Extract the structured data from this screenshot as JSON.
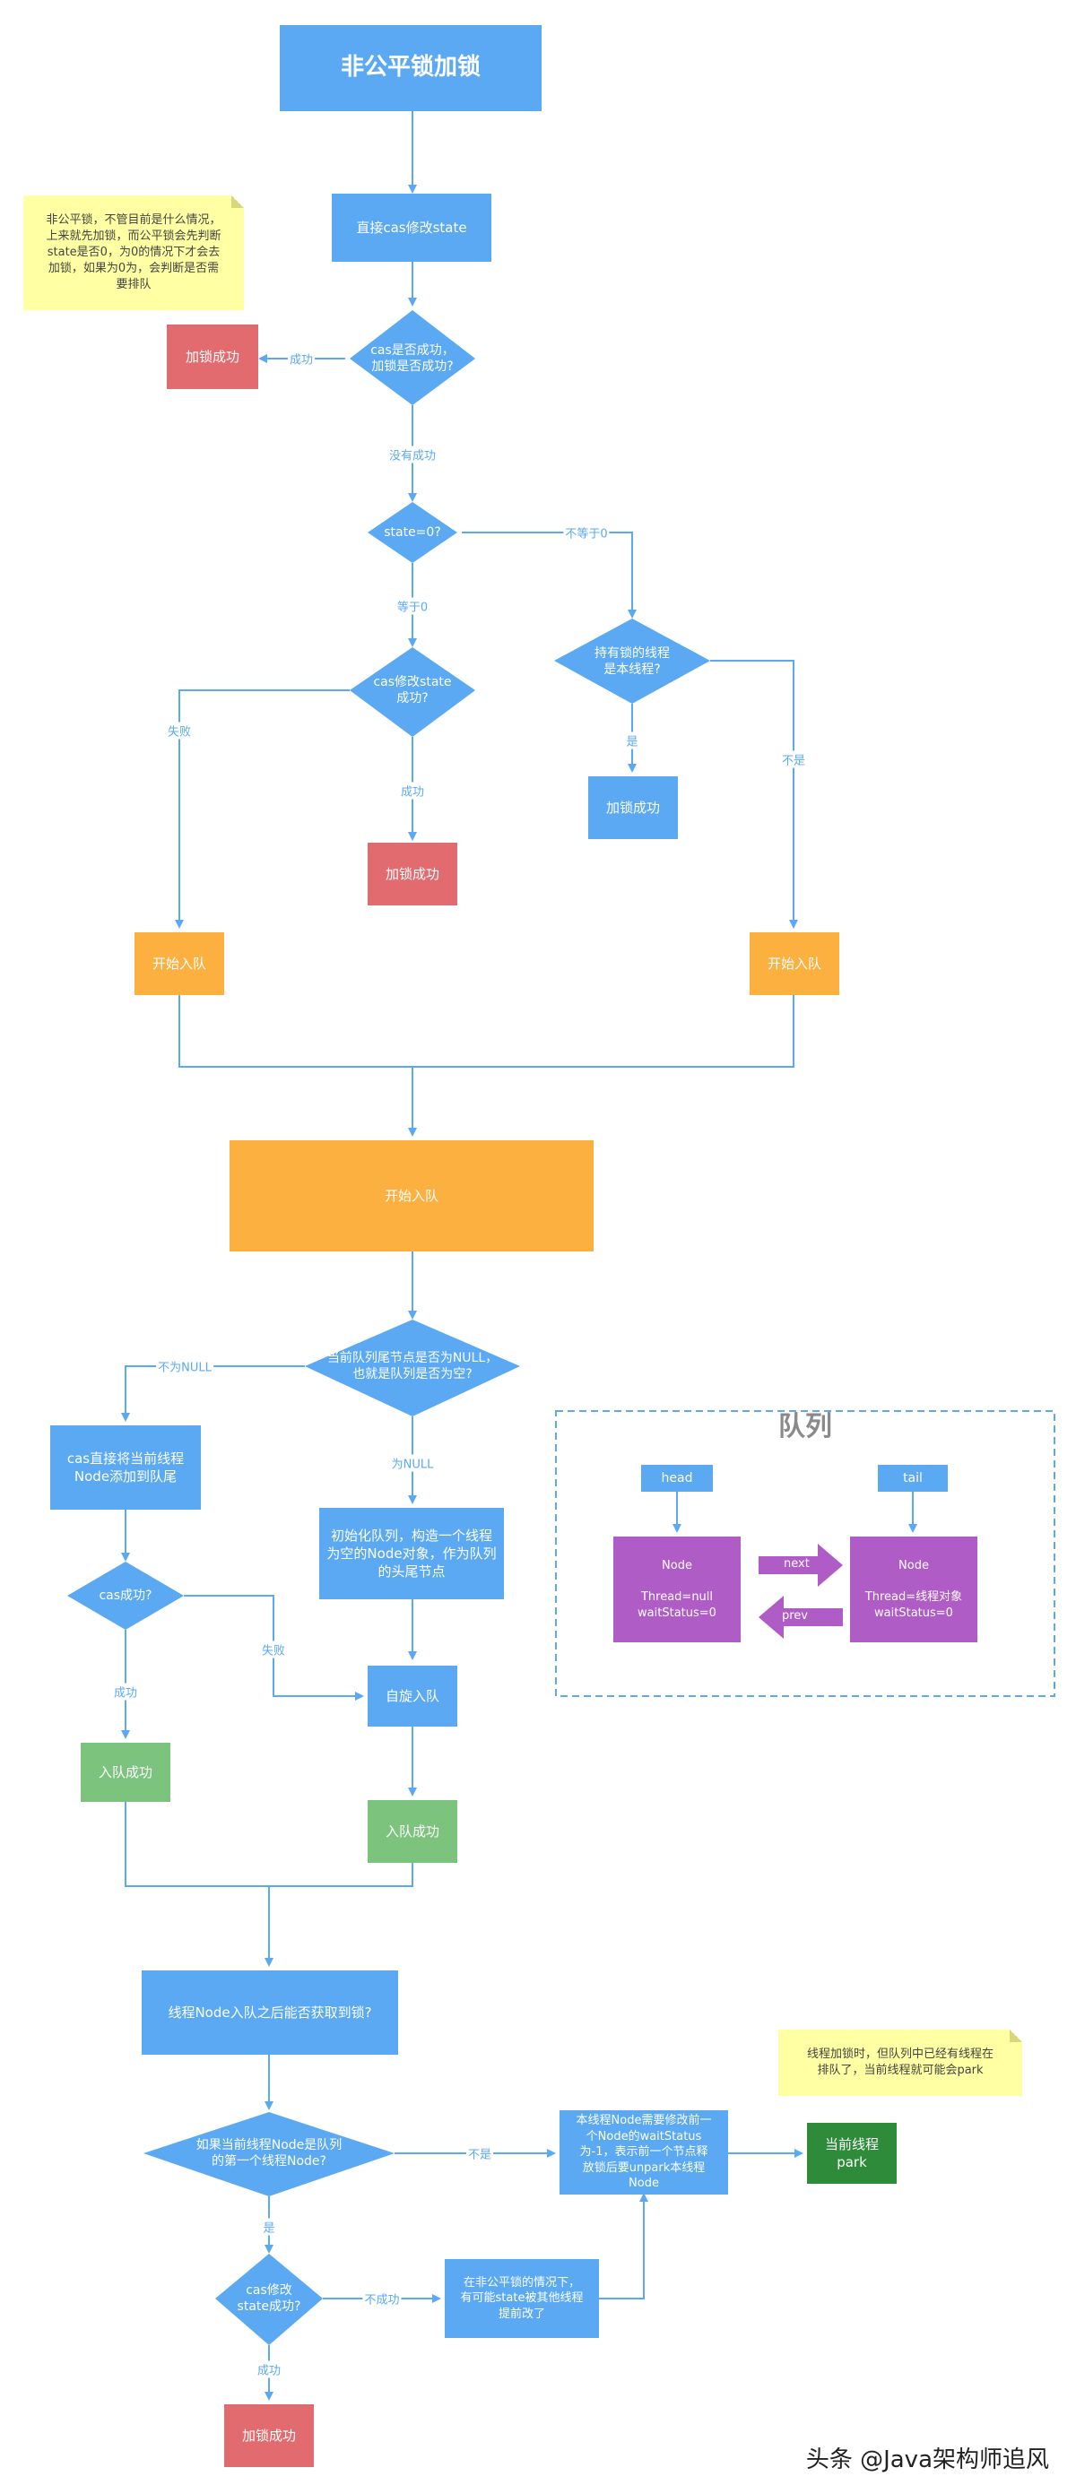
{
  "title": "非公平锁加锁",
  "note_top": "非公平锁，不管目前是什么情况，\n上来就先加锁，而公平锁会先判断\nstate是否0，为0的情况下才会去\n加锁，如果为0为，会判断是否需\n要排队",
  "note_right": "线程加锁时，但队列中已经有线程在\n排队了，当前线程就可能会park",
  "nodes": {
    "cas_state": "直接cas修改state",
    "cas_ok_q": "cas是否成功，\n加锁是否成功?",
    "lock_ok_1": "加锁成功",
    "state_eq0": "state=0?",
    "cas_state_ok_q": "cas修改state\n成功?",
    "holder_q": "持有锁的线程\n是本线程?",
    "lock_ok_2": "加锁成功",
    "lock_ok_3": "加锁成功",
    "enq_left": "开始入队",
    "enq_right": "开始入队",
    "enq_big": "开始入队",
    "tail_null_q": "当前队列尾节点是否为NULL，\n也就是队列是否为空?",
    "cas_add_tail": "cas直接将当前线程\nNode添加到队尾",
    "init_queue": "初始化队列，构造一个线程\n为空的Node对象，作为队列\n的头尾节点",
    "cas_ok_q2": "cas成功?",
    "spin_enq": "自旋入队",
    "enq_ok_1": "入队成功",
    "enq_ok_2": "入队成功",
    "get_lock_q": "线程Node入队之后能否获取到锁?",
    "first_node_q": "如果当前线程Node是队列\n的第一个线程Node?",
    "modify_ws": "本线程Node需要修改前一\n个Node的waitStatus\n为-1，表示前一个节点释\n放锁后要unpark本线程\nNode",
    "park": "当前线程\npark",
    "cas_state_ok_q2": "cas修改\nstate成功?",
    "state_changed": "在非公平锁的情况下，\n有可能state被其他线程\n提前改了",
    "lock_ok_4": "加锁成功"
  },
  "edge_labels": {
    "success_1": "成功",
    "not_success": "没有成功",
    "not_eq0": "不等于0",
    "eq0": "等于0",
    "fail_1": "失败",
    "success_2": "成功",
    "yes_1": "是",
    "no_1": "不是",
    "not_null": "不为NULL",
    "is_null": "为NULL",
    "success_3": "成功",
    "fail_2": "失败",
    "no_2": "不是",
    "yes_2": "是",
    "not_success_2": "不成功",
    "success_4": "成功"
  },
  "queue": {
    "title": "队列",
    "head": "head",
    "tail": "tail",
    "node_left": "Node\n\nThread=null\nwaitStatus=0",
    "node_right": "Node\n\nThread=线程对象\nwaitStatus=0",
    "next": "next",
    "prev": "prev"
  },
  "colors": {
    "blue": "#5aa9f2",
    "red": "#e26b6f",
    "orange": "#fbb040",
    "green": "#7cc47e",
    "dark_green": "#2e8b3a",
    "purple": "#b05cc7",
    "note": "#ffffa3"
  },
  "watermark": "头条 @Java架构师追风"
}
